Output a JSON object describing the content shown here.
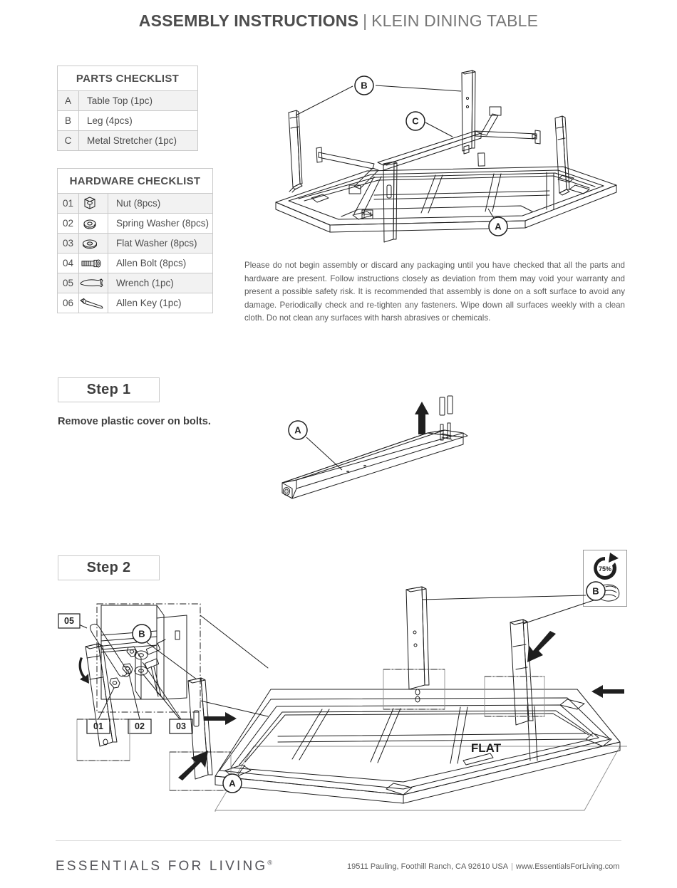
{
  "header": {
    "title": "ASSEMBLY INSTRUCTIONS",
    "separator": "|",
    "product": "KLEIN DINING TABLE"
  },
  "parts_checklist": {
    "title": "PARTS CHECKLIST",
    "rows": [
      {
        "code": "A",
        "label": "Table Top (1pc)"
      },
      {
        "code": "B",
        "label": "Leg (4pcs)"
      },
      {
        "code": "C",
        "label": "Metal Stretcher (1pc)"
      }
    ]
  },
  "hardware_checklist": {
    "title": "HARDWARE CHECKLIST",
    "rows": [
      {
        "code": "01",
        "icon": "nut-icon",
        "label": "Nut (8pcs)"
      },
      {
        "code": "02",
        "icon": "spring-washer-icon",
        "label": "Spring Washer (8pcs)"
      },
      {
        "code": "03",
        "icon": "flat-washer-icon",
        "label": "Flat Washer (8pcs)"
      },
      {
        "code": "04",
        "icon": "allen-bolt-icon",
        "label": "Allen Bolt (8pcs)"
      },
      {
        "code": "05",
        "icon": "wrench-icon",
        "label": "Wrench (1pc)"
      },
      {
        "code": "06",
        "icon": "allen-key-icon",
        "label": "Allen Key (1pc)"
      }
    ]
  },
  "notice": "Please do not begin assembly or discard any packaging until you have checked that all the parts and hardware are present. Follow instructions closely as deviation from them may void your warranty and present a possible safety risk. It is recommended that assembly is done on a soft surface to avoid any damage. Periodically check and re-tighten any fasteners. Wipe down all surfaces weekly with a clean cloth. Do not clean any surfaces with harsh abrasives or chemicals.",
  "exploded_diagram": {
    "callouts": [
      "B",
      "C",
      "A"
    ]
  },
  "step1": {
    "chip": "Step 1",
    "instruction": "Remove plastic cover on bolts.",
    "callouts": [
      "A"
    ]
  },
  "step2": {
    "chip": "Step 2",
    "flat_label": "FLAT",
    "callouts": [
      "B",
      "B",
      "A"
    ],
    "hardware_callouts": [
      "05",
      "01",
      "02",
      "03"
    ],
    "tip": {
      "percent": "75%"
    }
  },
  "footer": {
    "logo": "ESSENTIALS FOR LIVING",
    "logo_mark": "®",
    "address": "19511 Pauling, Foothill Ranch, CA 92610 USA",
    "separator": "|",
    "website": "www.EssentialsForLiving.com"
  },
  "colors": {
    "text": "#4a4a4a",
    "heading": "#4d4d4d",
    "subheading": "#777777",
    "line": "#1f1f1f",
    "table_border": "#c9c9c9",
    "shade": "#f2f2f2"
  }
}
